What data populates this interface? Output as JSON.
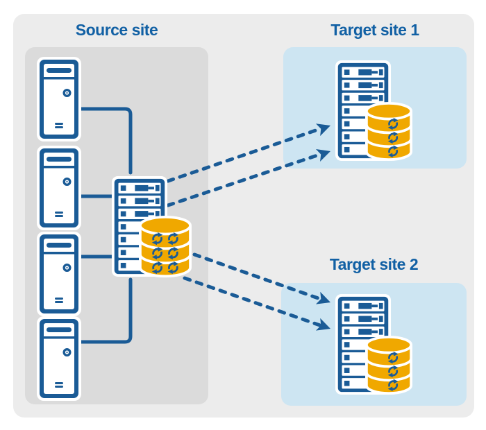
{
  "source_site": {
    "title": "Source site",
    "workstation_count": 4,
    "server": "source-server-with-replicated-database"
  },
  "target_site_1": {
    "title": "Target site 1",
    "server": "target-server-with-replicated-database"
  },
  "target_site_2": {
    "title": "Target site 2",
    "server": "target-server-with-replicated-database"
  },
  "colors": {
    "icon_blue": "#1A5B96",
    "title_blue": "#1160A4",
    "db_yellow": "#F0A800",
    "target_box": "#CDE5F2",
    "source_box": "#DBDBDB",
    "canvas_bg": "#ECECEC"
  },
  "icons": {
    "workstation": "tower-pc-icon",
    "server": "rack-server-icon",
    "database": "database-sync-cylinder-icon",
    "sync": "circular-sync-arrows-icon"
  },
  "connections": [
    {
      "from": "workstation-1",
      "to": "source-server",
      "style": "solid-elbow-line"
    },
    {
      "from": "workstation-2",
      "to": "source-server",
      "style": "solid-line"
    },
    {
      "from": "workstation-3",
      "to": "source-server",
      "style": "solid-line"
    },
    {
      "from": "workstation-4",
      "to": "source-server",
      "style": "solid-elbow-line"
    },
    {
      "from": "source-server",
      "to": "target-site-1-server",
      "style": "dashed-arrow"
    },
    {
      "from": "source-server",
      "to": "target-site-1-server",
      "style": "dashed-arrow"
    },
    {
      "from": "source-server",
      "to": "target-site-2-server",
      "style": "dashed-arrow"
    },
    {
      "from": "source-server",
      "to": "target-site-2-server",
      "style": "dashed-arrow"
    }
  ]
}
